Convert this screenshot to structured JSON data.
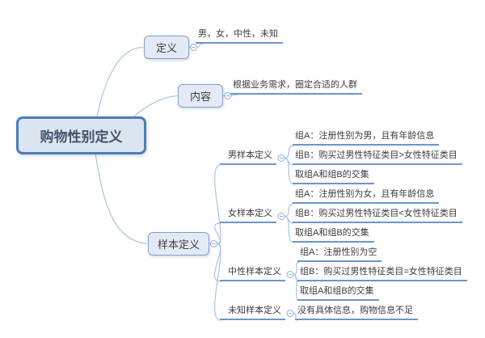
{
  "root": {
    "label": "购物性别定义"
  },
  "branches": [
    {
      "label": "定义",
      "leaf": "男，女，中性，未知"
    },
    {
      "label": "内容",
      "leaf": "根据业务需求，圈定合适的人群"
    },
    {
      "label": "样本定义",
      "children": [
        {
          "label": "男样本定义",
          "leaves": [
            "组A：注册性别为男，且有年龄信息",
            "组B：购买过男性特征类目>女性特征类目",
            "取组A和组B的交集"
          ]
        },
        {
          "label": "女样本定义",
          "leaves": [
            "组A：注册性别为女，且有年龄信息",
            "组B：购买过男性特征类目<女性特征类目",
            "取组A和组B的交集"
          ]
        },
        {
          "label": "中性样本定义",
          "leaves": [
            "组A：注册性别为空",
            "组B：购买过男性特征类目=女性特征类目",
            "取组A和组B的交集"
          ]
        },
        {
          "label": "未知样本定义",
          "leaves": [
            "没有具体信息，购物信息不足"
          ]
        }
      ]
    }
  ],
  "icons": {
    "collapse": "minus-in-circle"
  },
  "colors": {
    "root_border": "#4d7cba",
    "root_fill": "#dbe5f1",
    "root_text": "#44546a",
    "node_border": "#7ba0cf",
    "node_fill": "#e4eaf5",
    "node_text": "#3c3c3c",
    "underline": "#6b96cc",
    "connector": "#a9c4e4",
    "circle": "#8aaed6",
    "leaf_text": "#3d3d3d",
    "background": "#ffffff"
  }
}
